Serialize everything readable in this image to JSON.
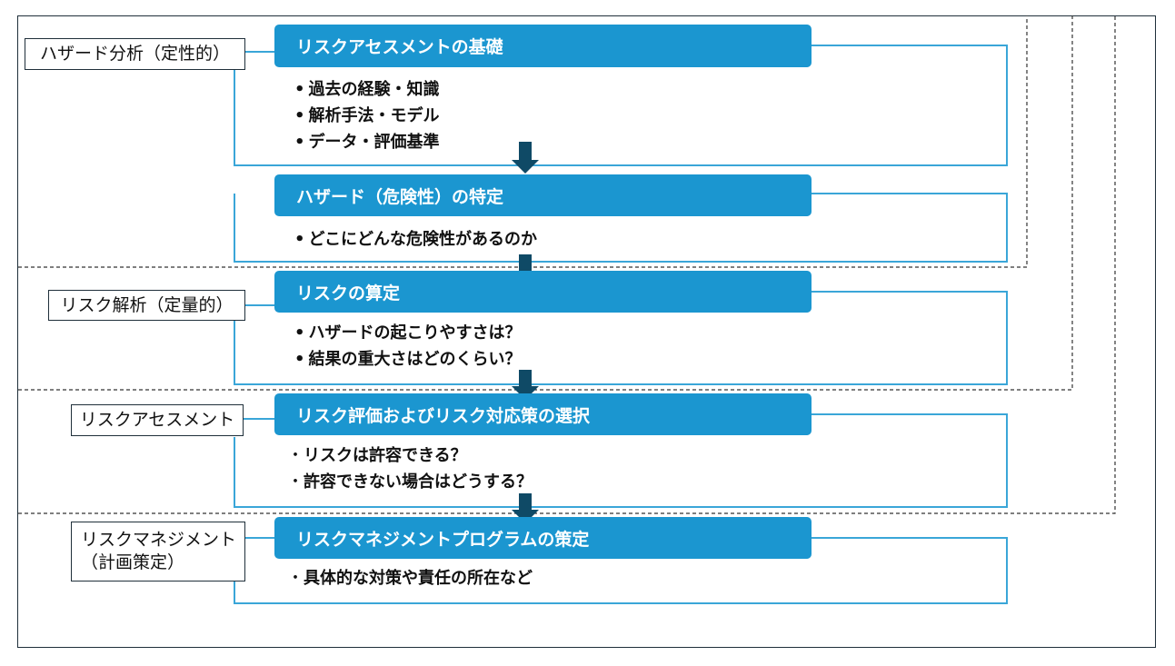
{
  "section_labels": {
    "hazard_analysis": "ハザード分析（定性的）",
    "risk_analysis": "リスク解析（定量的）",
    "risk_assessment": "リスクアセスメント",
    "risk_management": "リスクマネジメント\n（計画策定）"
  },
  "steps": [
    {
      "title": "リスクアセスメントの基礎",
      "items": [
        "過去の経験・知識",
        "解析手法・モデル",
        "データ・評価基準"
      ]
    },
    {
      "title": "ハザード（危険性）の特定",
      "items": [
        "どこにどんな危険性があるのか"
      ]
    },
    {
      "title": "リスクの算定",
      "items": [
        "ハザードの起こりやすさは？",
        "結果の重大さはどのくらい？"
      ]
    },
    {
      "title": "リスク評価およびリスク対応策の選択",
      "items": [
        "リスクは許容できる？",
        "許容できない場合はどうする？"
      ]
    },
    {
      "title": "リスクマネジメントプログラムの策定",
      "items": [
        "具体的な対策や責任の所在など"
      ]
    }
  ],
  "colors": {
    "header_fill": "#1b96d0",
    "bracket_line": "#3aa6d8",
    "arrow": "#0f4a66",
    "frame": "#1f2f3a"
  }
}
